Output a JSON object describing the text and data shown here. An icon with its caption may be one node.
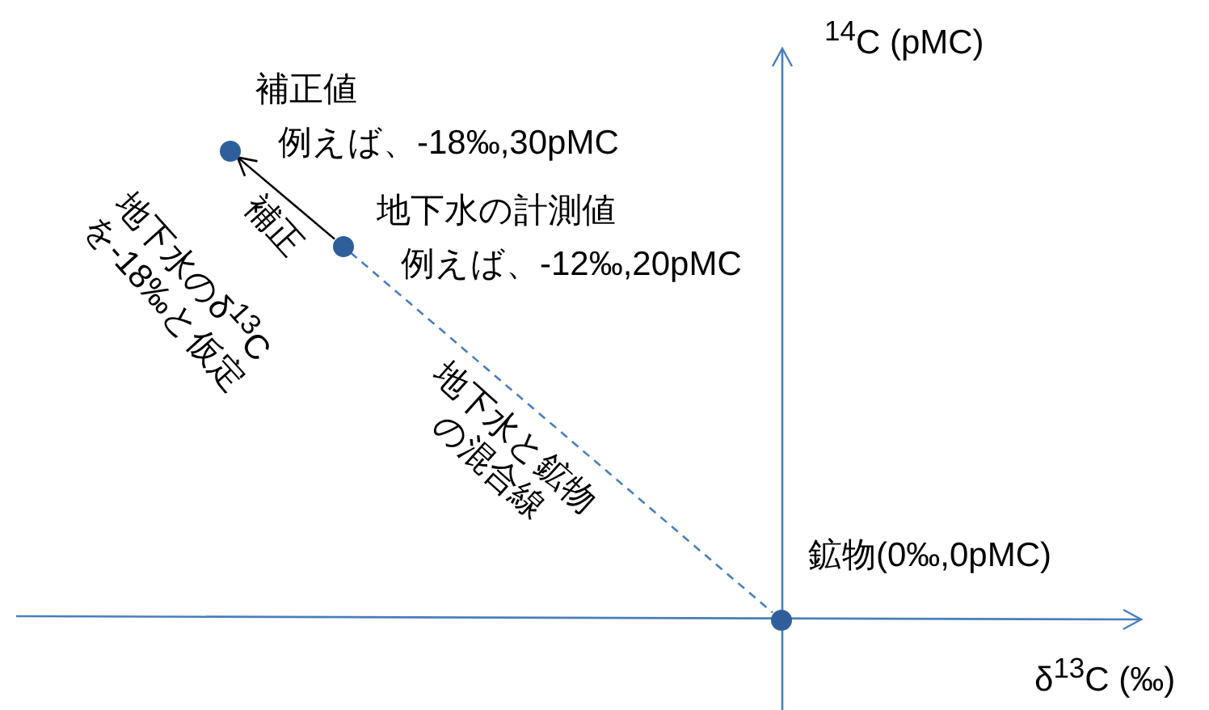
{
  "diagram": {
    "nodes": [
      {
        "text": [],
        "shape": "circle",
        "beside": [
          "補正値",
          "例えば、-18‰,30pMC"
        ]
      },
      {
        "text": [],
        "shape": "circle",
        "beside": [
          "地下水の計測値",
          "例えば、-12‰,20pMC"
        ]
      },
      {
        "text": [],
        "shape": "circle",
        "beside": [
          "鉱物(0‰,0pMC)"
        ]
      }
    ],
    "edges": [
      {
        "from": 1,
        "to": 0,
        "arrow": "to",
        "label": "補正",
        "color": "#000000"
      },
      {
        "from": 1,
        "to": 2,
        "arrow": "none",
        "style": "dashed",
        "color": "#4a7ebb",
        "label": "地下水と鉱物の混合線"
      }
    ],
    "labels": [
      "$^{14}$C (pMC)",
      "δ$^{13}$C (‰)",
      "地下水のδ$^{13}$Cを-18‰と仮定"
    ]
  }
}
